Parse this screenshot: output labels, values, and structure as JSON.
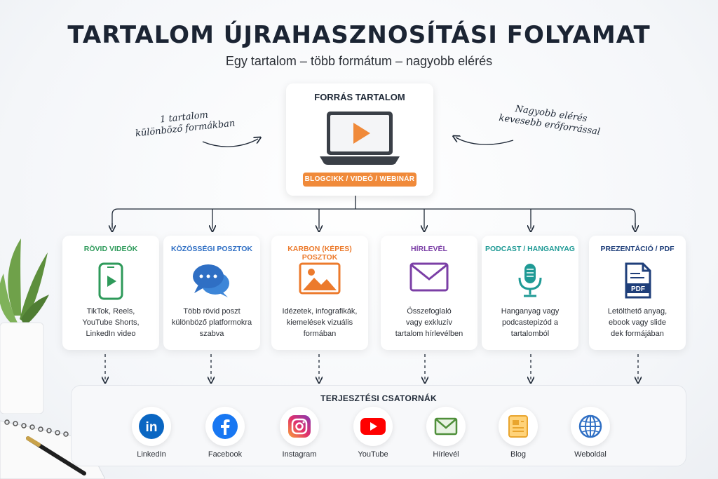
{
  "title": "TARTALOM ÚJRAHASZNOSÍTÁSI FOLYAMAT",
  "subtitle": "Egy tartalom – több formátum – nagyobb elérés",
  "notes": {
    "left_line1": "1 tartalom",
    "left_line2": "különböző formákban",
    "right_line1": "Nagyobb elérés",
    "right_line2": "kevesebb erőforrással"
  },
  "source": {
    "title": "FORRÁS TARTALOM",
    "pill": "BLOGCIKK / VIDEÓ / WEBINÁR",
    "icon": "laptop-play-icon",
    "accent": "#f08a3a"
  },
  "formats": [
    {
      "title": "RÖVID VIDEÓK",
      "color": "#2e9a5a",
      "icon": "smartphone-video-icon",
      "desc": [
        "TikTok, Reels,",
        "YouTube Shorts,",
        "LinkedIn video"
      ]
    },
    {
      "title": "KÖZÖSSÉGI POSZTOK",
      "color": "#2f6fc4",
      "icon": "chat-bubbles-icon",
      "desc": [
        "Több rövid poszt",
        "különböző platformokra",
        "szabva"
      ]
    },
    {
      "title": "KARBON (KÉPES) POSZTOK",
      "color": "#ec7a2c",
      "icon": "image-icon",
      "desc": [
        "Idézetek, infografikák,",
        "kiemelések vizuális",
        "formában"
      ]
    },
    {
      "title": "HÍRLEVÉL",
      "color": "#7b3fa6",
      "icon": "envelope-icon",
      "desc": [
        "Összefoglaló",
        "vagy exkluzív",
        "tartalom hírlevélben"
      ]
    },
    {
      "title": "PODCAST / HANGANYAG",
      "color": "#1f9a95",
      "icon": "microphone-icon",
      "desc": [
        "Hanganyag vagy",
        "podcastepizód a",
        "tartalomból"
      ]
    },
    {
      "title": "PREZENTÁCIÓ / PDF",
      "color": "#1f3f7a",
      "icon": "pdf-document-icon",
      "desc": [
        "Letölthető anyag,",
        "ebook vagy slide",
        "dek formájában"
      ]
    }
  ],
  "channels": {
    "title": "TERJESZTÉSI CSATORNÁK",
    "items": [
      {
        "label": "LinkedIn",
        "icon": "linkedin-icon"
      },
      {
        "label": "Facebook",
        "icon": "facebook-icon"
      },
      {
        "label": "Instagram",
        "icon": "instagram-icon"
      },
      {
        "label": "YouTube",
        "icon": "youtube-icon"
      },
      {
        "label": "Hírlevél",
        "icon": "mail-icon"
      },
      {
        "label": "Blog",
        "icon": "blog-icon"
      },
      {
        "label": "Weboldal",
        "icon": "globe-icon"
      }
    ]
  }
}
